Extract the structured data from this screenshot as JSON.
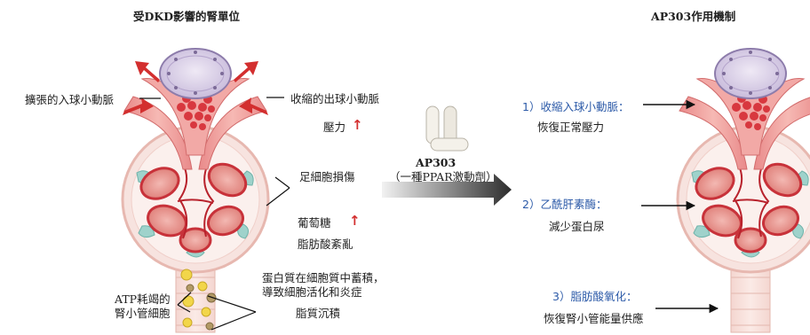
{
  "left": {
    "title": "受DKD影響的腎單位",
    "labels": {
      "dilated_afferent": "擴張的入球小動脈",
      "constricted_efferent": "收縮的出球小動脈",
      "pressure": "壓力",
      "podocyte_injury": "足細胞損傷",
      "glucose": "葡萄糖",
      "fatty_acid": "脂肪酸紊亂",
      "protein_line1": "蛋白質在細胞質中蓄積，",
      "protein_line2": "導致細胞活化和炎症",
      "atp_line1": "ATP耗竭的",
      "atp_line2": "腎小管細胞",
      "lipid": "脂質沉積"
    }
  },
  "drug": {
    "name": "AP303",
    "desc": "（一種PPAR激動劑）"
  },
  "right": {
    "title": "AP303作用機制",
    "mechanisms": [
      {
        "heading": "1）收縮入球小動脈：",
        "effect": "恢復正常壓力"
      },
      {
        "heading": "2）乙酰肝素酶：",
        "effect": "減少蛋白尿"
      },
      {
        "heading": "3）脂肪酸氧化：",
        "effect": "恢復腎小管能量供應"
      }
    ]
  },
  "colors": {
    "arrow_red": "#d32f2f",
    "mechanism_blue": "#2c5aa8",
    "glomerulus_pink": "#f2c4c0",
    "capillary_red": "#c8323a"
  }
}
